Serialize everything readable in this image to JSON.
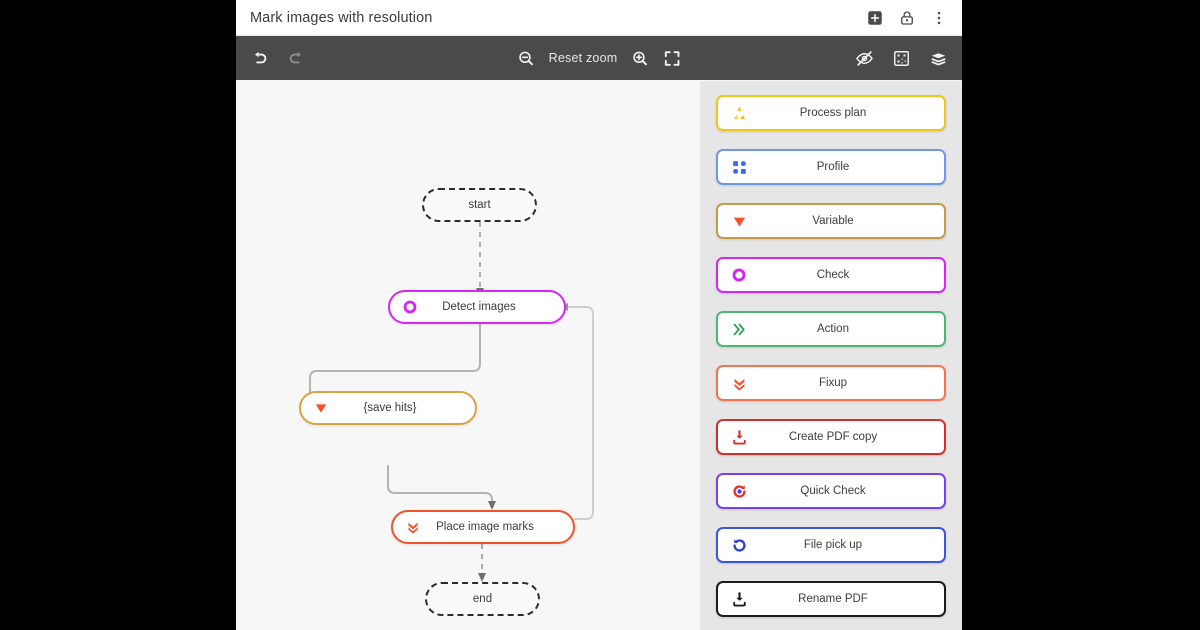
{
  "window": {
    "title": "Mark images with resolution",
    "title_icons": [
      {
        "name": "add-box-icon",
        "glyph": "add-box"
      },
      {
        "name": "lock-icon",
        "glyph": "lock"
      },
      {
        "name": "more-vert-icon",
        "glyph": "more-vert"
      }
    ]
  },
  "toolbar": {
    "undo_label": "Undo",
    "redo_label": "Redo",
    "zoom_out_label": "Zoom out",
    "reset_zoom_label": "Reset zoom",
    "zoom_in_label": "Zoom in",
    "fit_screen_label": "Fit to screen",
    "hide_label": "Hide",
    "grid_label": "Grid",
    "layers_label": "Layers"
  },
  "colors": {
    "toolbar_bg": "#4a4a4a",
    "canvas_bg": "#f7f7f7",
    "panel_bg": "#e6e6e6",
    "check_magenta": "#d426f5",
    "variable_orange": "#f4512c",
    "variable_border": "#d9a441",
    "fixup_red": "#f4512c",
    "action_green": "#2f9e55",
    "profile_blue": "#3b6fe0",
    "process_yellow": "#f0c419",
    "create_pdf_red": "#d2312b",
    "quick_check_purple": "#7b3ff2",
    "file_pickup_blue": "#2a3fd6",
    "rename_black": "#1c1c1c",
    "connector_grey": "#b3b3b3"
  },
  "flow": {
    "nodes": [
      {
        "id": "start",
        "label": "start",
        "type": "terminal",
        "icon": "none"
      },
      {
        "id": "detect",
        "label": "Detect images",
        "type": "check",
        "icon": "check-ring-icon"
      },
      {
        "id": "save",
        "label": "{save hits}",
        "type": "variable",
        "icon": "variable-triangle-icon"
      },
      {
        "id": "place",
        "label": "Place image marks",
        "type": "fixup",
        "icon": "fixup-chevron-icon"
      },
      {
        "id": "end",
        "label": "end",
        "type": "terminal",
        "icon": "none"
      }
    ],
    "edges": [
      {
        "from": "start",
        "to": "detect",
        "style": "dashed"
      },
      {
        "from": "detect",
        "to": "save",
        "style": "solid"
      },
      {
        "from": "save",
        "to": "place",
        "style": "solid"
      },
      {
        "from": "place",
        "to": "detect",
        "style": "solid-loop"
      },
      {
        "from": "place",
        "to": "end",
        "style": "dashed"
      }
    ]
  },
  "palette": {
    "items": [
      {
        "label": "Process plan",
        "icon": "process-plan-icon",
        "color": "#f0c419"
      },
      {
        "label": "Profile",
        "icon": "profile-dots-icon",
        "color": "#3b6fe0"
      },
      {
        "label": "Variable",
        "icon": "variable-triangle-icon",
        "color": "#d9a441"
      },
      {
        "label": "Check",
        "icon": "check-ring-icon",
        "color": "#d426f5"
      },
      {
        "label": "Action",
        "icon": "action-chevrons-icon",
        "color": "#2f9e55"
      },
      {
        "label": "Fixup",
        "icon": "fixup-chevron-icon",
        "color": "#f4512c"
      },
      {
        "label": "Create PDF copy",
        "icon": "download-icon",
        "color": "#d2312b"
      },
      {
        "label": "Quick Check",
        "icon": "refresh-check-icon",
        "color": "#7b3ff2"
      },
      {
        "label": "File pick up",
        "icon": "rotate-arrow-icon",
        "color": "#2a3fd6"
      },
      {
        "label": "Rename PDF",
        "icon": "download-icon",
        "color": "#1c1c1c"
      }
    ]
  }
}
